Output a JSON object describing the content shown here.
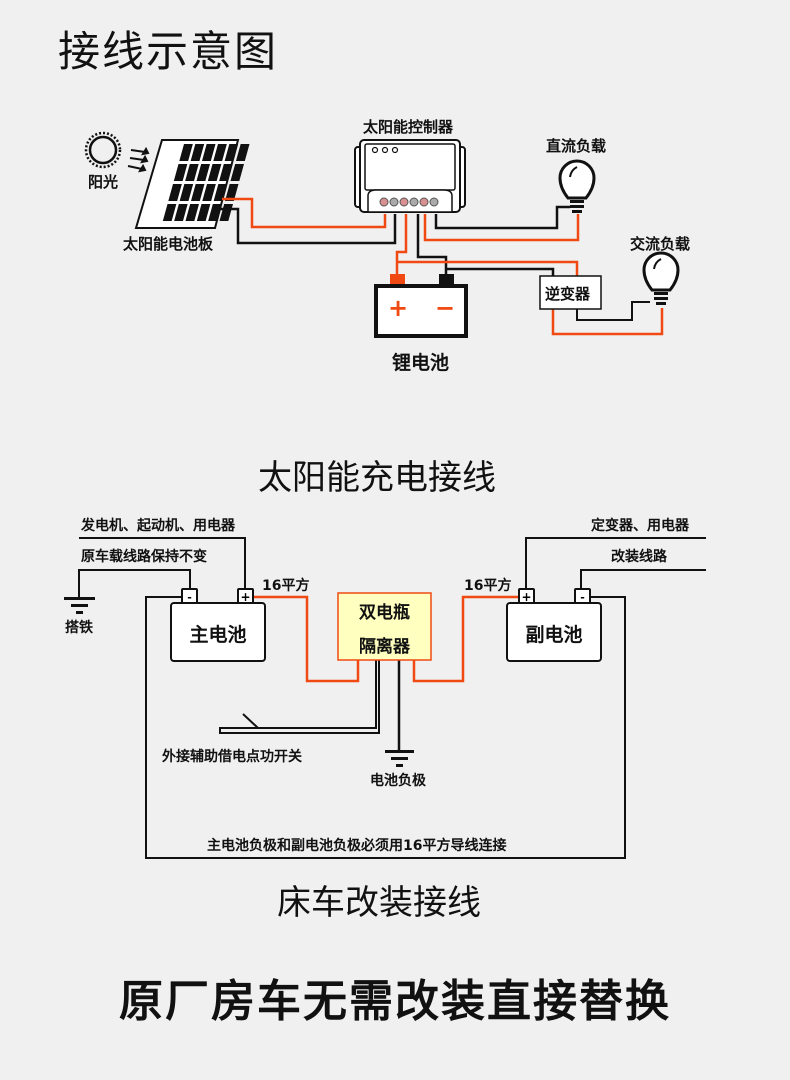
{
  "page": {
    "title": "接线示意图",
    "bottom_banner": "原厂房车无需改装直接替换"
  },
  "solar_diagram": {
    "caption": "太阳能充电接线",
    "sun_label": "阳光",
    "panel_label": "太阳能电池板",
    "controller_label": "太阳能控制器",
    "dc_load_label": "直流负载",
    "ac_load_label": "交流负载",
    "inverter_label": "逆变器",
    "battery_label": "锂电池",
    "battery_plus": "+",
    "battery_minus": "−",
    "colors": {
      "positive_wire": "#f04a12",
      "negative_wire": "#111111"
    }
  },
  "rv_diagram": {
    "caption": "床车改装接线",
    "main_battery_label": "主电池",
    "aux_battery_label": "副电池",
    "isolator_label_line1": "双电瓶",
    "isolator_label_line2": "隔离器",
    "left_top_label": "发电机、起动机、用电器",
    "left_second_label": "原车载线路保持不变",
    "ground_label": "搭铁",
    "right_top_label": "定变器、用电器",
    "right_second_label": "改装线路",
    "wire_gauge_left": "16平方",
    "wire_gauge_right": "16平方",
    "switch_label": "外接辅助借电点功开关",
    "battery_negative_label": "电池负极",
    "note": "主电池负极和副电池负极必须用16平方导线连接",
    "terminal_plus": "+",
    "terminal_minus": "-",
    "colors": {
      "isolator_fill": "#ffffc0",
      "isolator_border": "#f04a12"
    }
  }
}
